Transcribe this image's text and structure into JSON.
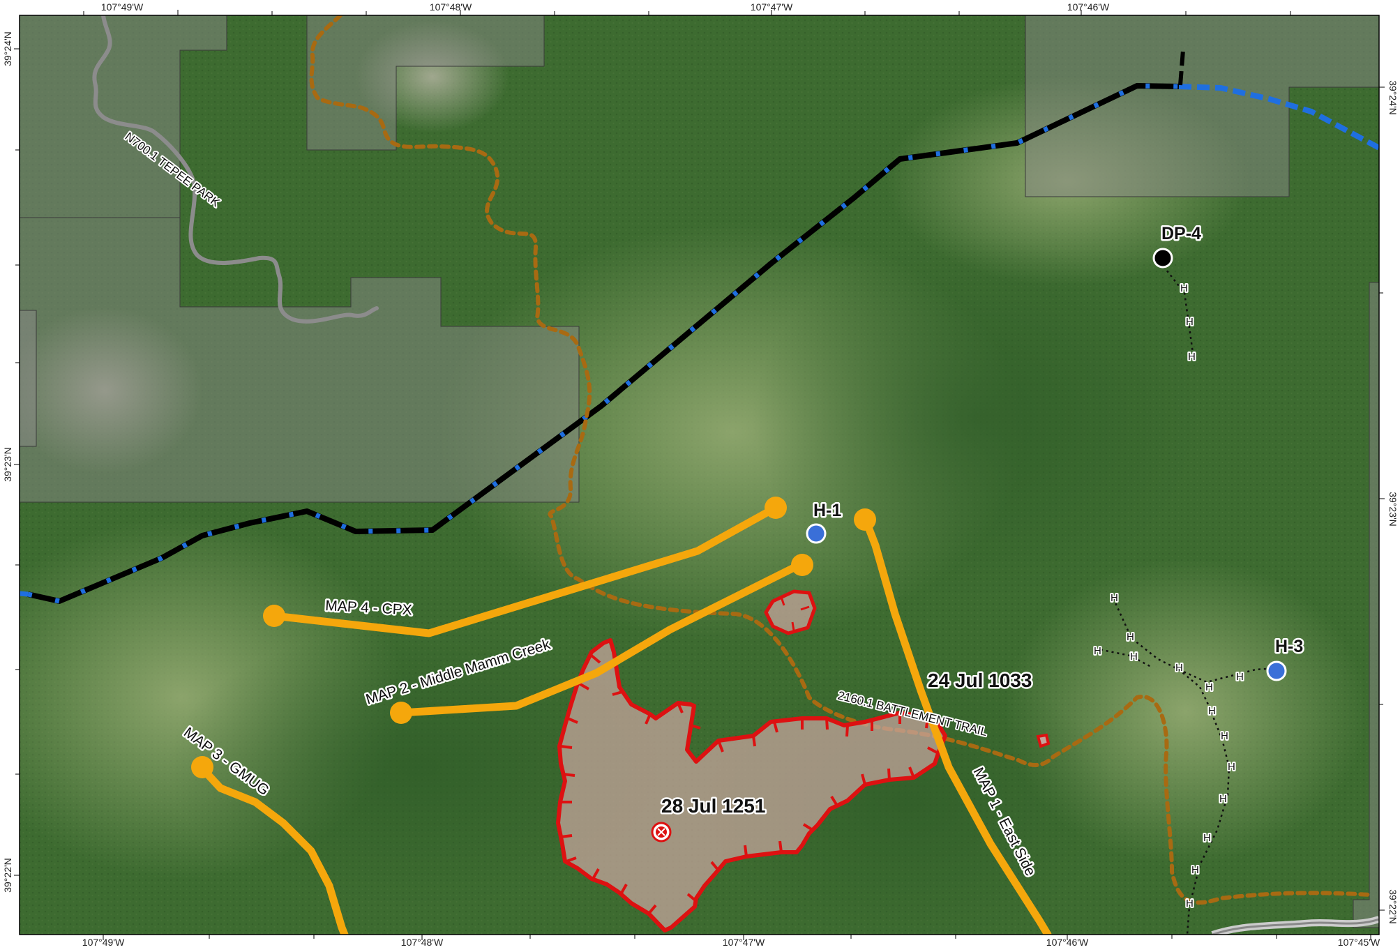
{
  "graticule": {
    "top": [
      "107°49'W",
      "107°48'W",
      "107°47'W",
      "107°46'W"
    ],
    "bottom": [
      "107°49'W",
      "107°48'W",
      "107°47'W",
      "107°46'W",
      "107°45'W"
    ],
    "left": [
      "39°24'N",
      "39°23'N",
      "39°22'N"
    ],
    "right": [
      "39°24'N",
      "39°23'N",
      "39°22'N"
    ]
  },
  "routes": {
    "map4": "MAP 4 - CPX",
    "map2": "MAP 2 - Middle Mamm Creek",
    "map3": "MAP 3 - GMUG",
    "map1": "MAP 1 - East Side"
  },
  "trails": {
    "tepee": "N700.1 TEPEE PARK",
    "battlement": "2160.1 BATTLEMENT TRAIL"
  },
  "points": {
    "h1": "H-1",
    "h3": "H-3",
    "dp4": "DP-4"
  },
  "fire": {
    "main_date": "28 Jul 1251",
    "spot_date": "24 Jul 1033"
  },
  "handline_label": "H",
  "colors": {
    "forest": "#3d6b30",
    "meadow": "#7d9a5e",
    "private_land": "#8a8a88",
    "route": "#f5a70c",
    "fire_perimeter": "#dd1111",
    "fire_fill": "#c4a49c",
    "trail": "#a86a12",
    "boundary_blue": "#1f6fe0",
    "road": "#8c8c8c",
    "helispot": "#3a6fd8"
  }
}
